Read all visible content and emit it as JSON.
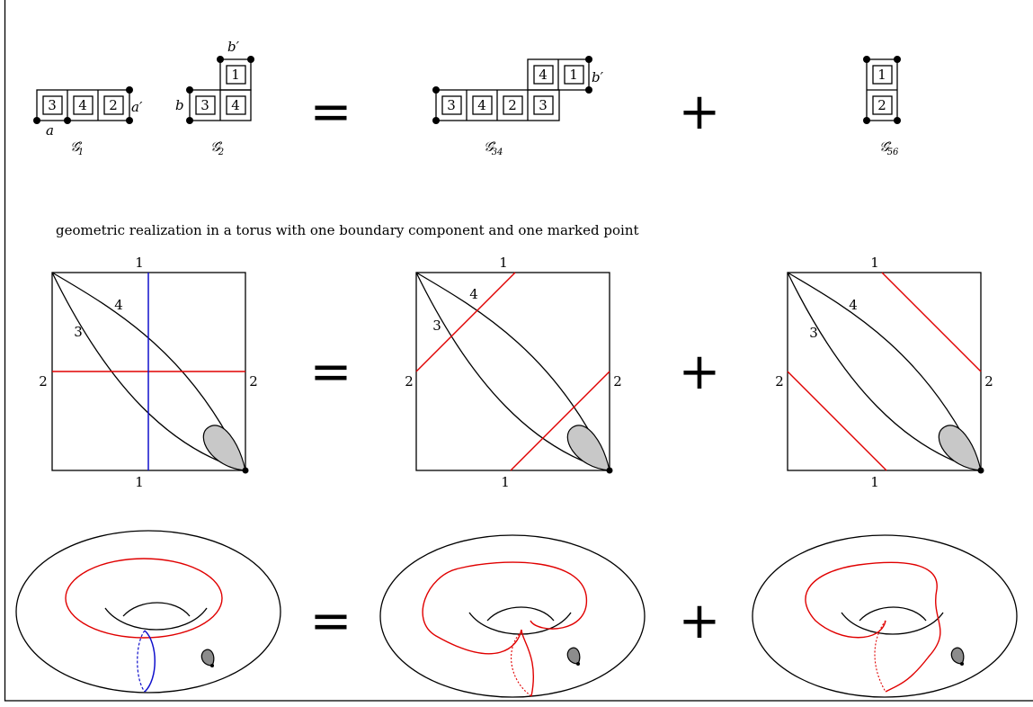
{
  "top_row": {
    "g1": {
      "cells": [
        "3",
        "4",
        "2"
      ],
      "label_a": "a",
      "label_a_prime": "a′",
      "caption": "𝒢",
      "caption_sub": "1",
      "caption_sup": "∘"
    },
    "g2": {
      "cells": [
        "1",
        "3",
        "4"
      ],
      "label_b": "b",
      "label_b_prime": "b′",
      "caption": "𝒢",
      "caption_sub": "2",
      "caption_sup": "∘"
    },
    "g34": {
      "cells": [
        "4",
        "1",
        "3",
        "4",
        "2",
        "3"
      ],
      "label_b_prime": "b′",
      "caption": "𝒢",
      "caption_sub": "34",
      "caption_sup": "∘"
    },
    "g56": {
      "cells": [
        "1",
        "2"
      ],
      "caption": "𝒢",
      "caption_sub": "56",
      "caption_sup": "∘"
    }
  },
  "operators": {
    "equals": "=",
    "plus": "+"
  },
  "sentence": "geometric realization in a torus with one boundary component and one marked point",
  "squares": [
    {
      "top": "1",
      "bottom": "1",
      "left": "2",
      "right": "2",
      "arc_a": "4",
      "arc_b": "3"
    },
    {
      "top": "1",
      "bottom": "1",
      "left": "2",
      "right": "2",
      "arc_a": "4",
      "arc_b": "3"
    },
    {
      "top": "1",
      "bottom": "1",
      "left": "2",
      "right": "2",
      "arc_a": "4",
      "arc_b": "3"
    }
  ],
  "colors": {
    "red_curve": "#e00000",
    "blue_curve": "#1010cc",
    "boundary_fill": "#c8c8c8",
    "frame": "#000000"
  }
}
